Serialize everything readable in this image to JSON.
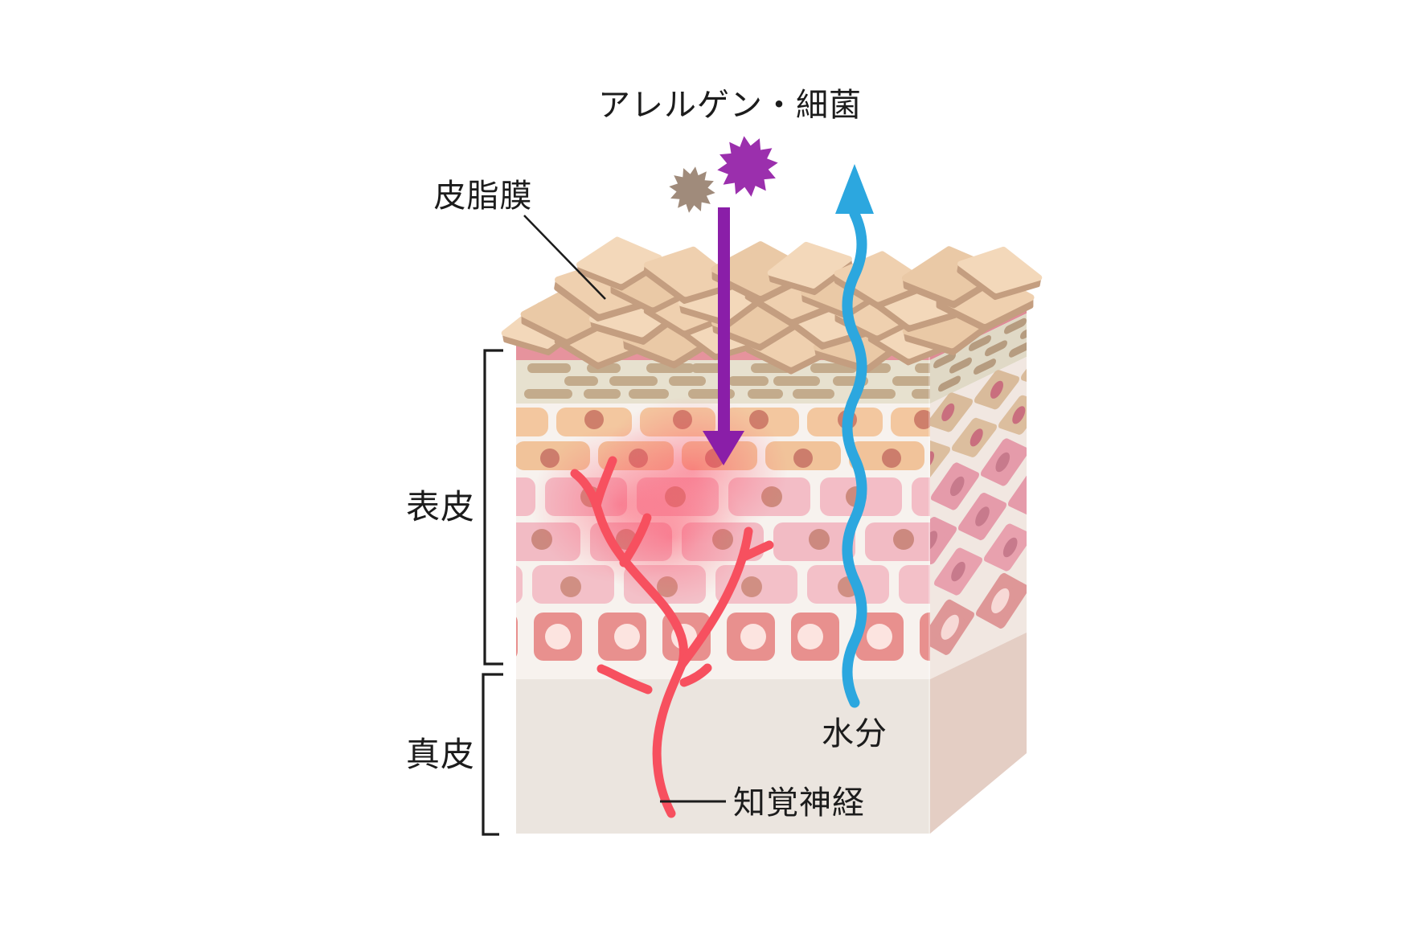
{
  "diagram": {
    "labels": {
      "allergen_bacteria": "アレルゲン・細菌",
      "sebum_film": "皮脂膜",
      "epidermis": "表皮",
      "dermis": "真皮",
      "moisture": "水分",
      "sensory_nerve": "知覚神経"
    },
    "colors": {
      "background": "#FFFFFF",
      "text": "#1C1C1C",
      "allergen_star_purple": "#9B2FAD",
      "bacteria_star_brown": "#A08B7B",
      "penetration_arrow_purple": "#8A1EA8",
      "moisture_arrow_blue": "#2CA7DF",
      "nerve_red": "#F7505F",
      "inflammation_glow": "#FF4060"
    },
    "icons": {
      "allergen_star": "starburst-icon",
      "bacteria_star": "starburst-icon",
      "penetration_arrow": "arrow-down-icon",
      "moisture_arrow": "wavy-arrow-up-icon",
      "sensory_nerve": "branching-nerve-icon"
    }
  }
}
